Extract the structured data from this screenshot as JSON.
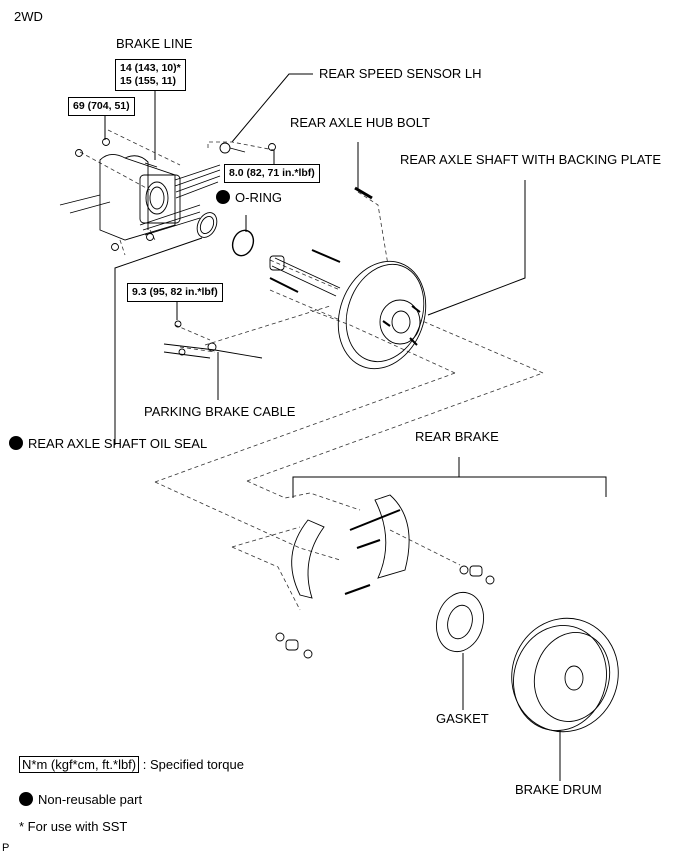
{
  "diagram": {
    "variant_label": "2WD",
    "callouts": {
      "brake_line": "BRAKE LINE",
      "rear_speed_sensor": "REAR SPEED SENSOR LH",
      "rear_axle_hub_bolt": "REAR AXLE HUB BOLT",
      "rear_axle_shaft_backing_plate": "REAR AXLE SHAFT WITH BACKING PLATE",
      "o_ring": "O-RING",
      "parking_brake_cable": "PARKING BRAKE CABLE",
      "rear_axle_shaft_oil_seal": "REAR AXLE SHAFT OIL SEAL",
      "rear_brake": "REAR BRAKE",
      "gasket": "GASKET",
      "brake_drum": "BRAKE DRUM"
    },
    "non_reusable_parts": [
      "O-RING",
      "REAR AXLE SHAFT OIL SEAL"
    ],
    "torque_specs": {
      "brake_line_line1": "14 (143, 10)*",
      "brake_line_line2": "15 (155, 11)",
      "nut": "69 (704, 51)",
      "speed_sensor_bolt": "8.0 (82, 71 in.*lbf)",
      "parking_cable_bolt": "9.3 (95, 82 in.*lbf)"
    },
    "legend": {
      "torque_unit": "N*m (kgf*cm, ft.*lbf)",
      "torque_desc": ": Specified torque",
      "non_reusable": "Non-reusable part",
      "sst_note": "* For use with SST"
    },
    "footer_mark": "P"
  }
}
